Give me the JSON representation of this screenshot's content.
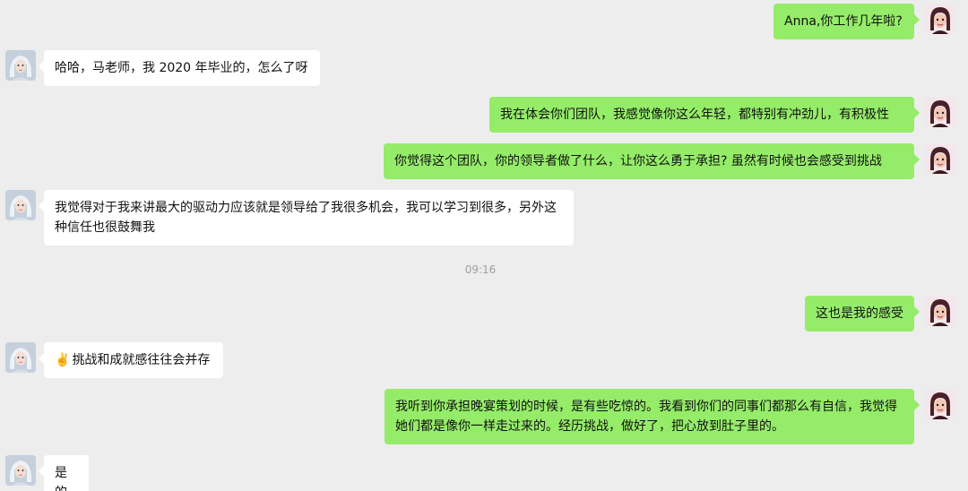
{
  "colors": {
    "background": "#ededed",
    "incoming_bubble": "#ffffff",
    "outgoing_bubble": "#95ec69",
    "timestamp": "#a0a0a0"
  },
  "messages": [
    {
      "side": "right",
      "text": "Anna,你工作几年啦?"
    },
    {
      "side": "left",
      "text": "哈哈，马老师，我 2020 年毕业的，怎么了呀"
    },
    {
      "side": "right",
      "text": "我在体会你们团队，我感觉像你这么年轻，都特别有冲劲儿，有积极性"
    },
    {
      "side": "right",
      "text": "你觉得这个团队，你的领导者做了什么，让你这么勇于承担? 虽然有时候也会感受到挑战"
    },
    {
      "side": "left",
      "text": "我觉得对于我来讲最大的驱动力应该就是领导给了我很多机会，我可以学习到很多，另外这种信任也很鼓舞我"
    },
    {
      "side": "timestamp",
      "text": "09:16"
    },
    {
      "side": "right",
      "text": "这也是我的感受"
    },
    {
      "side": "left",
      "emoji": "✌️",
      "text": "挑战和成就感往往会并存"
    },
    {
      "side": "right",
      "text": "我听到你承担晚宴策划的时候，是有些吃惊的。我看到你们的同事们都那么有自信，我觉得她们都是像你一样走过来的。经历挑战，做好了，把心放到肚子里的。"
    },
    {
      "side": "left",
      "text": "是的"
    }
  ]
}
